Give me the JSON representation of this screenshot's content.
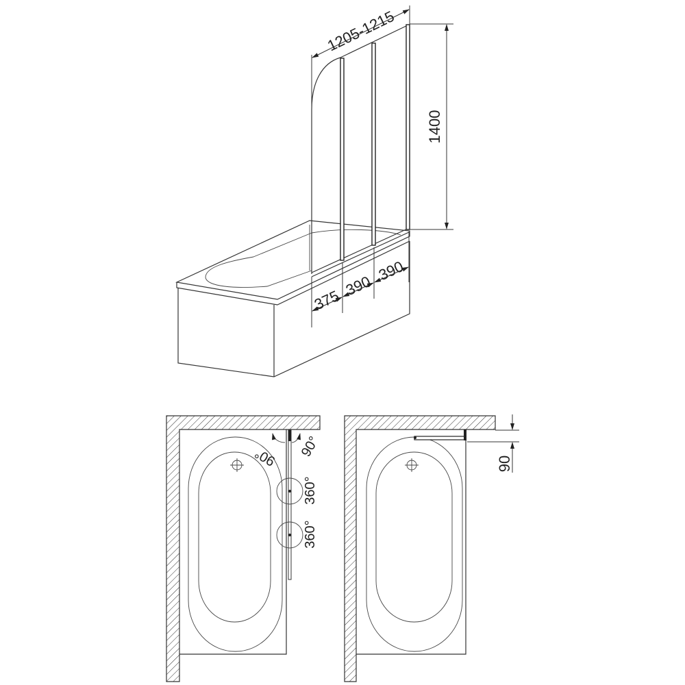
{
  "perspective_view": {
    "width_dimension": "1205-1215",
    "height_dimension": "1400",
    "panel_widths": [
      "375",
      "390",
      "390"
    ]
  },
  "plan_view_rotation": {
    "first_hinge_angle_left": "90°",
    "first_hinge_angle_right": "90°",
    "joint_rotation_1": "360°",
    "joint_rotation_2": "360°"
  },
  "plan_view_folded": {
    "folded_depth": "90"
  },
  "colors": {
    "line": "#333333",
    "background": "#ffffff"
  }
}
